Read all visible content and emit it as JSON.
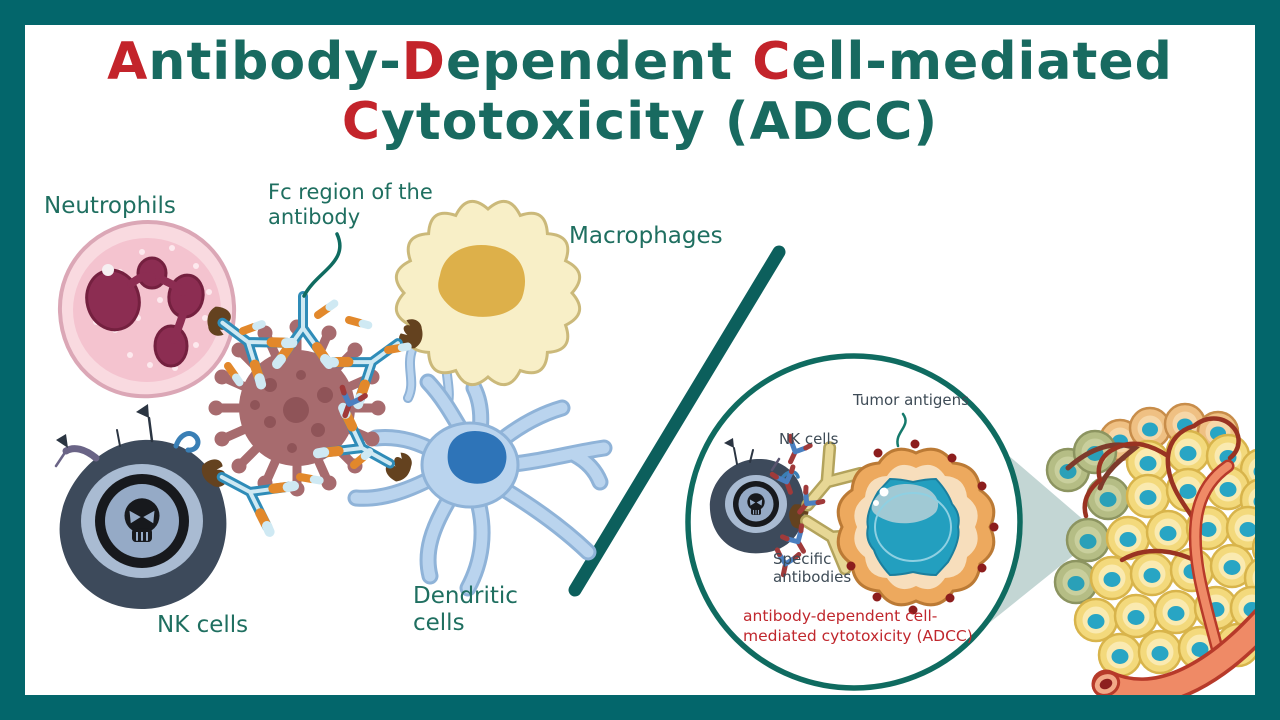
{
  "title": {
    "l1s1": "A",
    "l1s2": "ntibody-",
    "l1s3": "D",
    "l1s4": "ependent ",
    "l1s5": "C",
    "l1s6": "ell-mediated",
    "l2s1": "C",
    "l2s2": "ytotoxicity (ADCC)"
  },
  "labels": {
    "neutrophils": "Neutrophils",
    "fc_line1": "Fc region of the",
    "fc_line2": "antibody",
    "macrophages": "Macrophages",
    "dendritic_line1": "Dendritic",
    "dendritic_line2": "cells",
    "nk": "NK cells"
  },
  "inset": {
    "nk": "NK cells",
    "tumor_antigens": "Tumor antigens",
    "specific_line1": "Specific",
    "specific_line2": "antibodies",
    "caption_line1": "antibody-dependent cell-",
    "caption_line2": "mediated cytotoxicity (ADCC)"
  },
  "colors": {
    "frame_teal": "#03666b",
    "title_teal": "#186a60",
    "title_red": "#c3242b",
    "label_teal": "#1f6f60",
    "inset_label_gray": "#3e4b56",
    "caption_red": "#c0272d",
    "divider_teal": "#0c5f5c",
    "antibody_blue": "#2f8cb8",
    "antibody_orange": "#e2882b",
    "virus_mauve": "#a76b6e",
    "neutrophil_pink": "#f9dae0",
    "nk_slate": "#3d4a5b",
    "macrophage_yellow": "#f8efc7",
    "dendritic_blue": "#bad4ee",
    "tumor_orange": "#eda95e",
    "tumor_nucleus_teal": "#239fbf",
    "tissue_cell_yellow": "#f3d97c",
    "vessel_salmon": "#ef8a66"
  }
}
